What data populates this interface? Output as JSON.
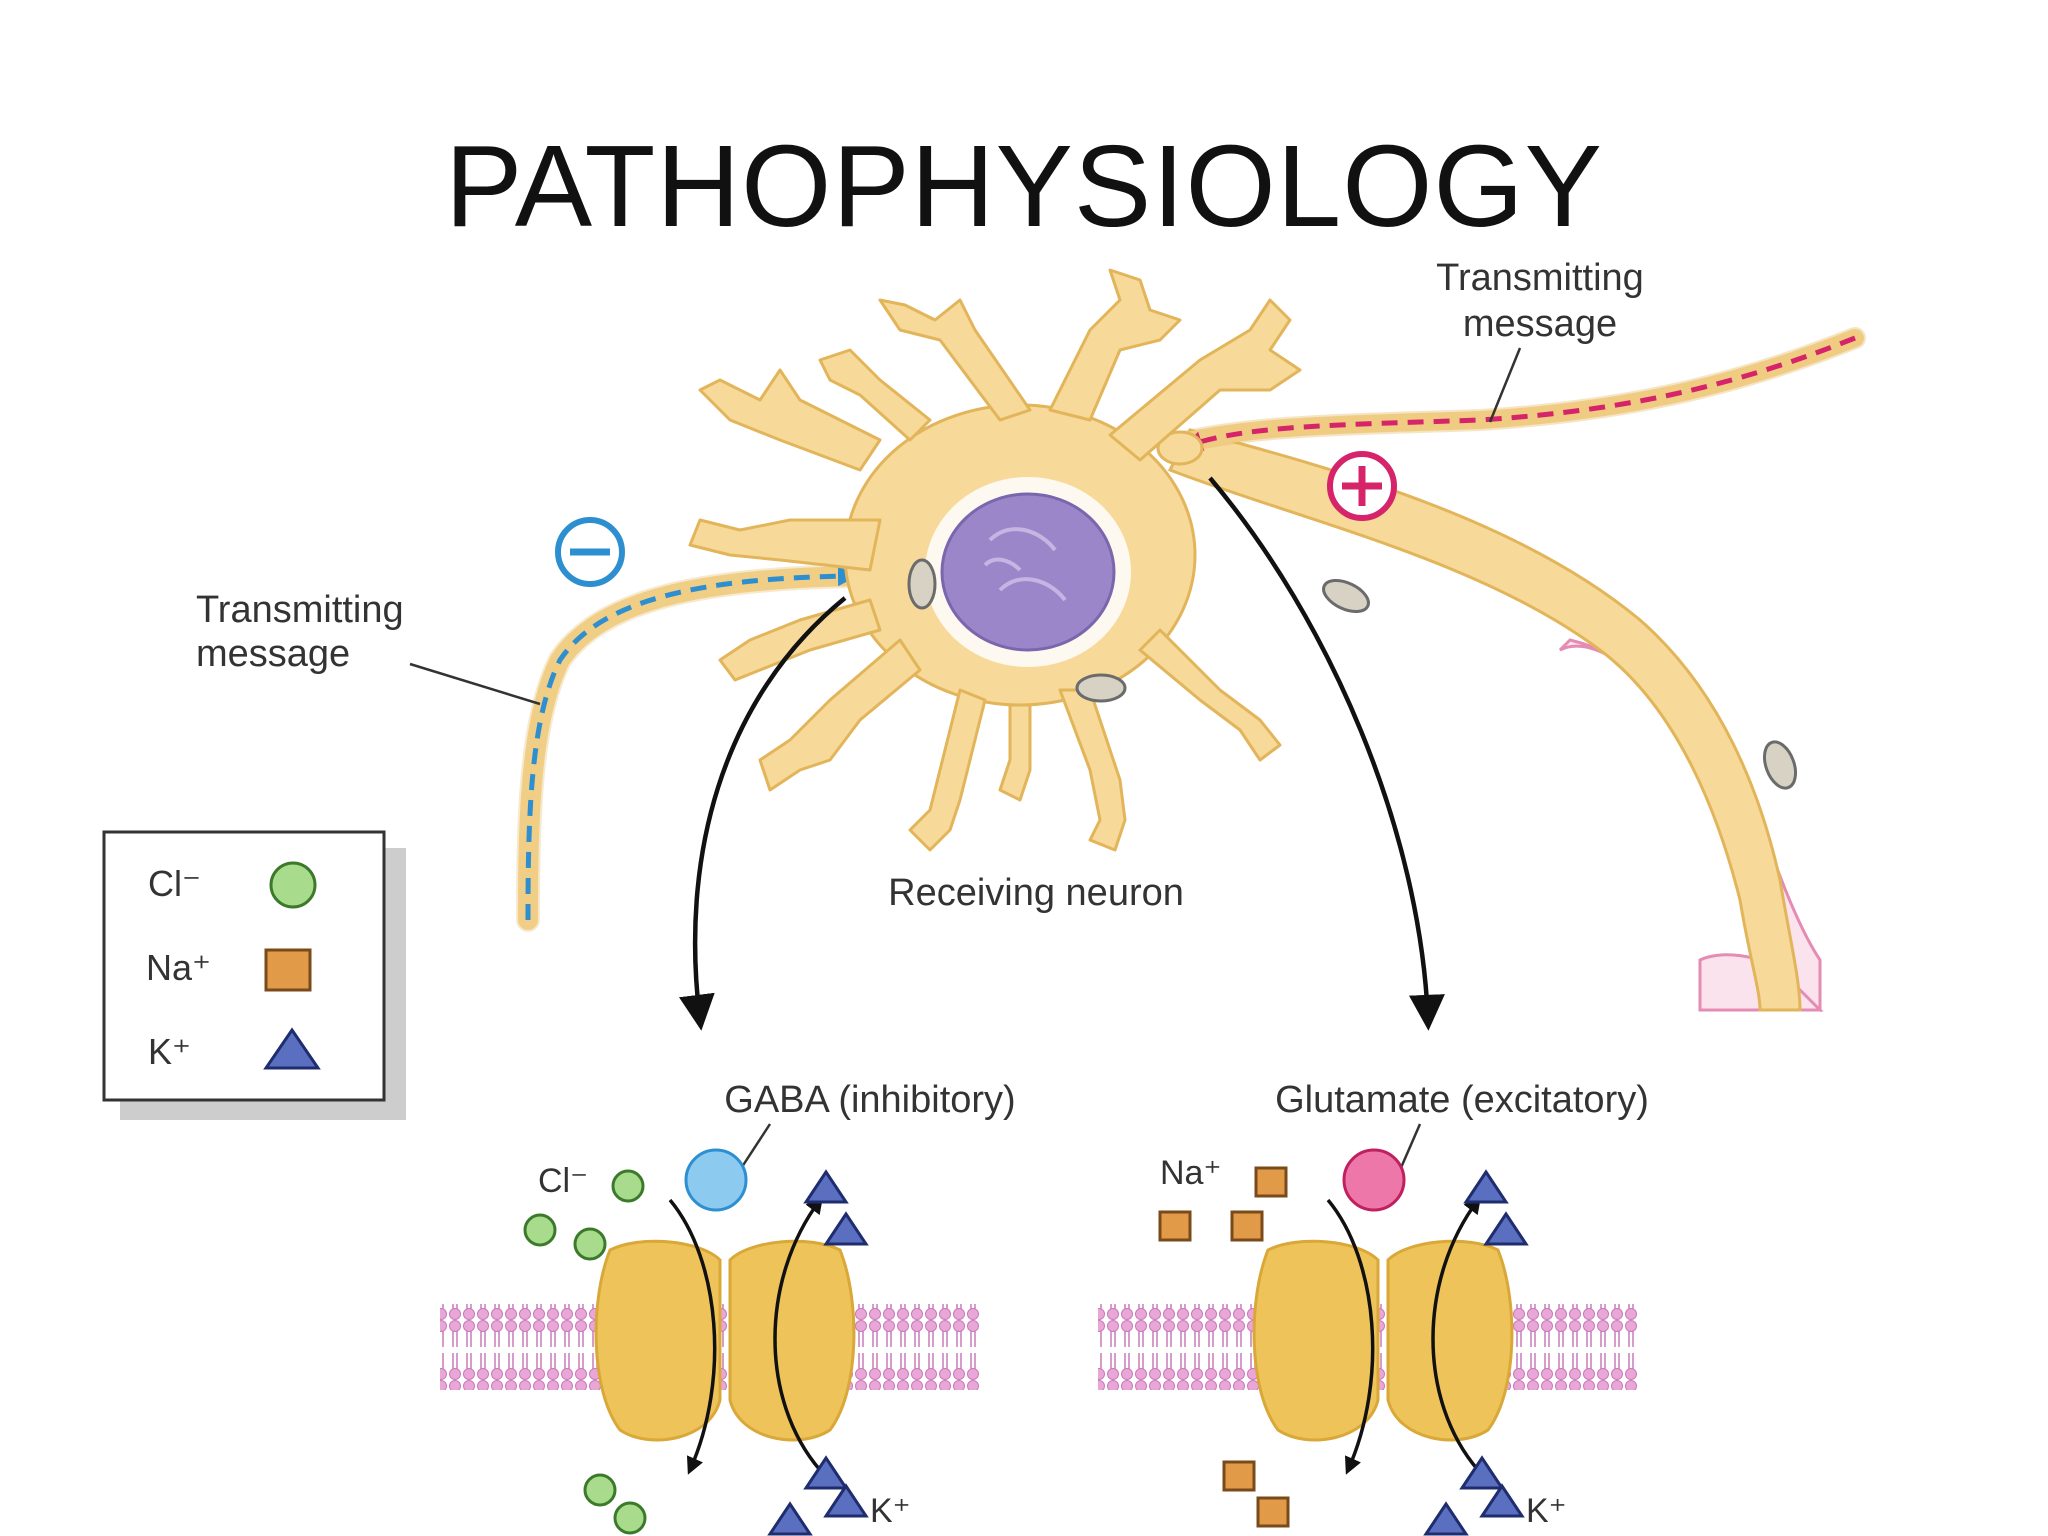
{
  "slide": {
    "title": "PATHOPHYSIOLOGY"
  },
  "diagram": {
    "transmitting_message_top": [
      "Transmitting",
      "message"
    ],
    "transmitting_message_left": [
      "Transmitting",
      "message"
    ],
    "receiving_neuron_label": "Receiving neuron",
    "minus_sign": "−",
    "plus_sign": "+",
    "gaba_label": "GABA (inhibitory)",
    "glutamate_label": "Glutamate (excitatory)",
    "cl_label": "Cl⁻",
    "na_label": "Na⁺",
    "k_label_left": "K⁺",
    "k_label_right": "K⁺",
    "legend": {
      "items": [
        {
          "ion": "Cl⁻",
          "symbol": "circle",
          "color": "#a8dc8c"
        },
        {
          "ion": "Na⁺",
          "symbol": "square",
          "color": "#e09a48"
        },
        {
          "ion": "K⁺",
          "symbol": "triangle",
          "color": "#5a6fc0"
        }
      ]
    },
    "colors": {
      "neuron_fill": "#f7d99a",
      "neuron_stroke": "#e2b55a",
      "nucleus": "#9b86c9",
      "inhibitory": "#2e8fd0",
      "excitatory": "#d6246a",
      "gaba_ball": "#8ccaf0",
      "glutamate_ball": "#ee77aa",
      "membrane": "#e9a7d8",
      "channel": "#eec35a",
      "capillary": "#e58cb4"
    }
  }
}
